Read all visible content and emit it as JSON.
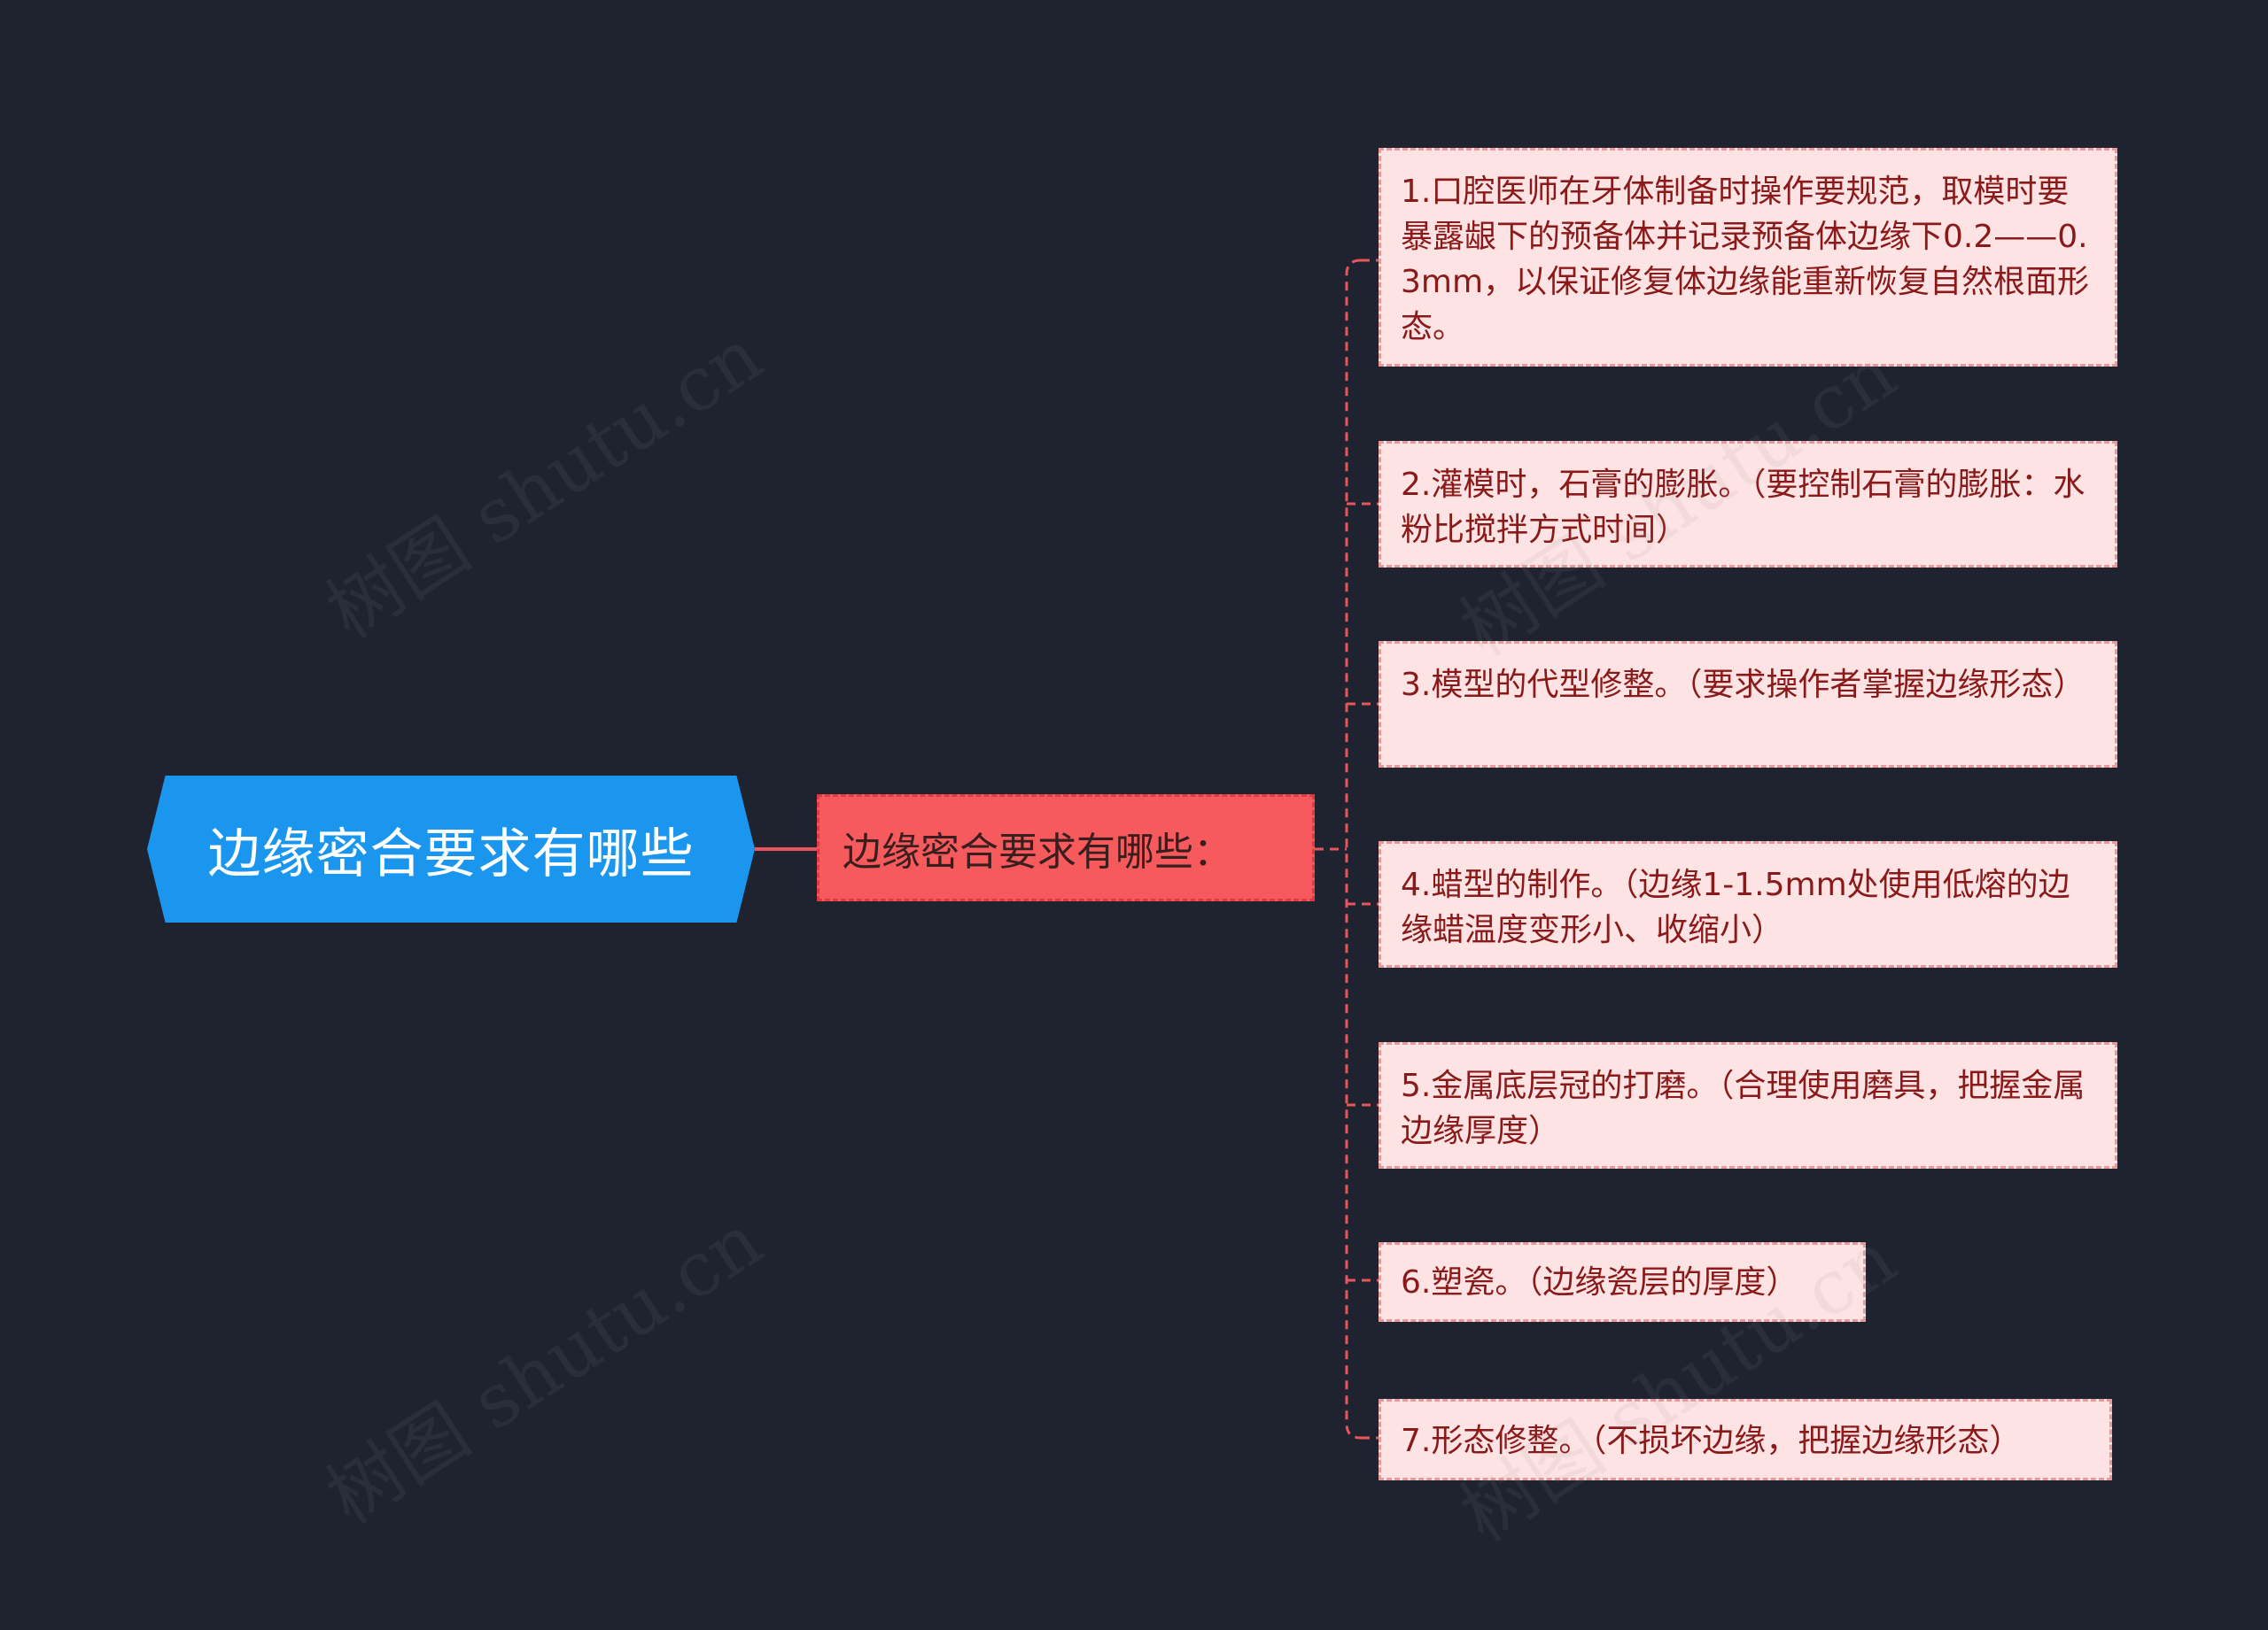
{
  "root": {
    "label": "边缘密合要求有哪些"
  },
  "subtopic": {
    "label": "边缘密合要求有哪些："
  },
  "items": [
    "1.口腔医师在牙体制备时操作要规范，取模时要暴露龈下的预备体并记录预备体边缘下0.2——0.3mm，以保证修复体边缘能重新恢复自然根面形态。",
    "2.灌模时，石膏的膨胀。（要控制石膏的膨胀：水粉比搅拌方式时间）",
    "3.模型的代型修整。（要求操作者掌握边缘形态）",
    "4.蜡型的制作。（边缘1-1.5mm处使用低熔的边缘蜡温度变形小、收缩小）",
    "5.金属底层冠的打磨。（合理使用磨具，把握金属边缘厚度）",
    "6.塑瓷。（边缘瓷层的厚度）",
    "7.形态修整。（不损坏边缘，把握边缘形态）"
  ],
  "watermark": "树图 shutu.cn",
  "colors": {
    "background": "#1f2330",
    "root_fill": "#1b96ef",
    "subtopic_fill": "#f65a5c",
    "leaf_fill": "#fde3e3",
    "connector": "#e8555a"
  }
}
